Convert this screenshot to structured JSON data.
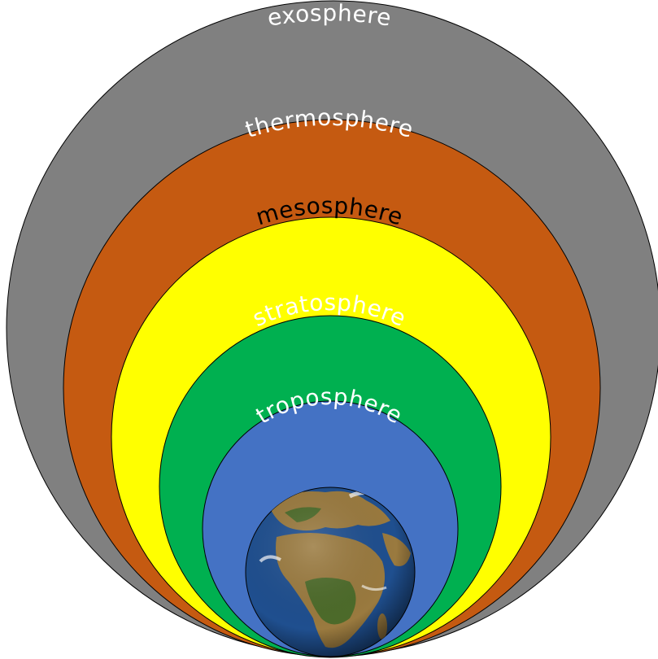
{
  "diagram": {
    "layers": [
      {
        "id": "exosphere",
        "label": "exosphere",
        "color": "#808080",
        "text_color": "#ffffff"
      },
      {
        "id": "thermosphere",
        "label": "thermosphere",
        "color": "#c55a11",
        "text_color": "#ffffff"
      },
      {
        "id": "mesosphere",
        "label": "mesosphere",
        "color": "#ffff00",
        "text_color": "#000000"
      },
      {
        "id": "stratosphere",
        "label": "stratosphere",
        "color": "#00b050",
        "text_color": "#ffffff"
      },
      {
        "id": "troposphere",
        "label": "troposphere",
        "color": "#4472c4",
        "text_color": "#ffffff"
      }
    ],
    "earth": {
      "ocean_color": "#1f4f8f",
      "land_color": "#9a7a3f",
      "vegetation_color": "#4d6b2a"
    }
  }
}
